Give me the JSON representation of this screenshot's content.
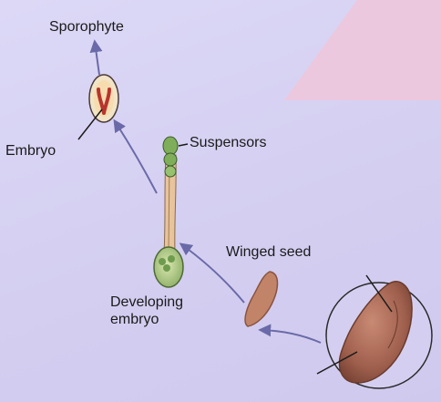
{
  "labels": {
    "sporophyte": "Sporophyte",
    "embryo": "Embryo",
    "suspensors": "Suspensors",
    "winged_seed": "Winged seed",
    "developing_embryo_line1": "Developing",
    "developing_embryo_line2": "embryo"
  },
  "colors": {
    "background": "#d7d3f3",
    "corner_panel": "#ecc8de",
    "arrow": "#6b6aa8",
    "seed_brown": "#a86a58",
    "embryo_green": "#6f9b4e",
    "suspensor_tan": "#e8c49c"
  }
}
